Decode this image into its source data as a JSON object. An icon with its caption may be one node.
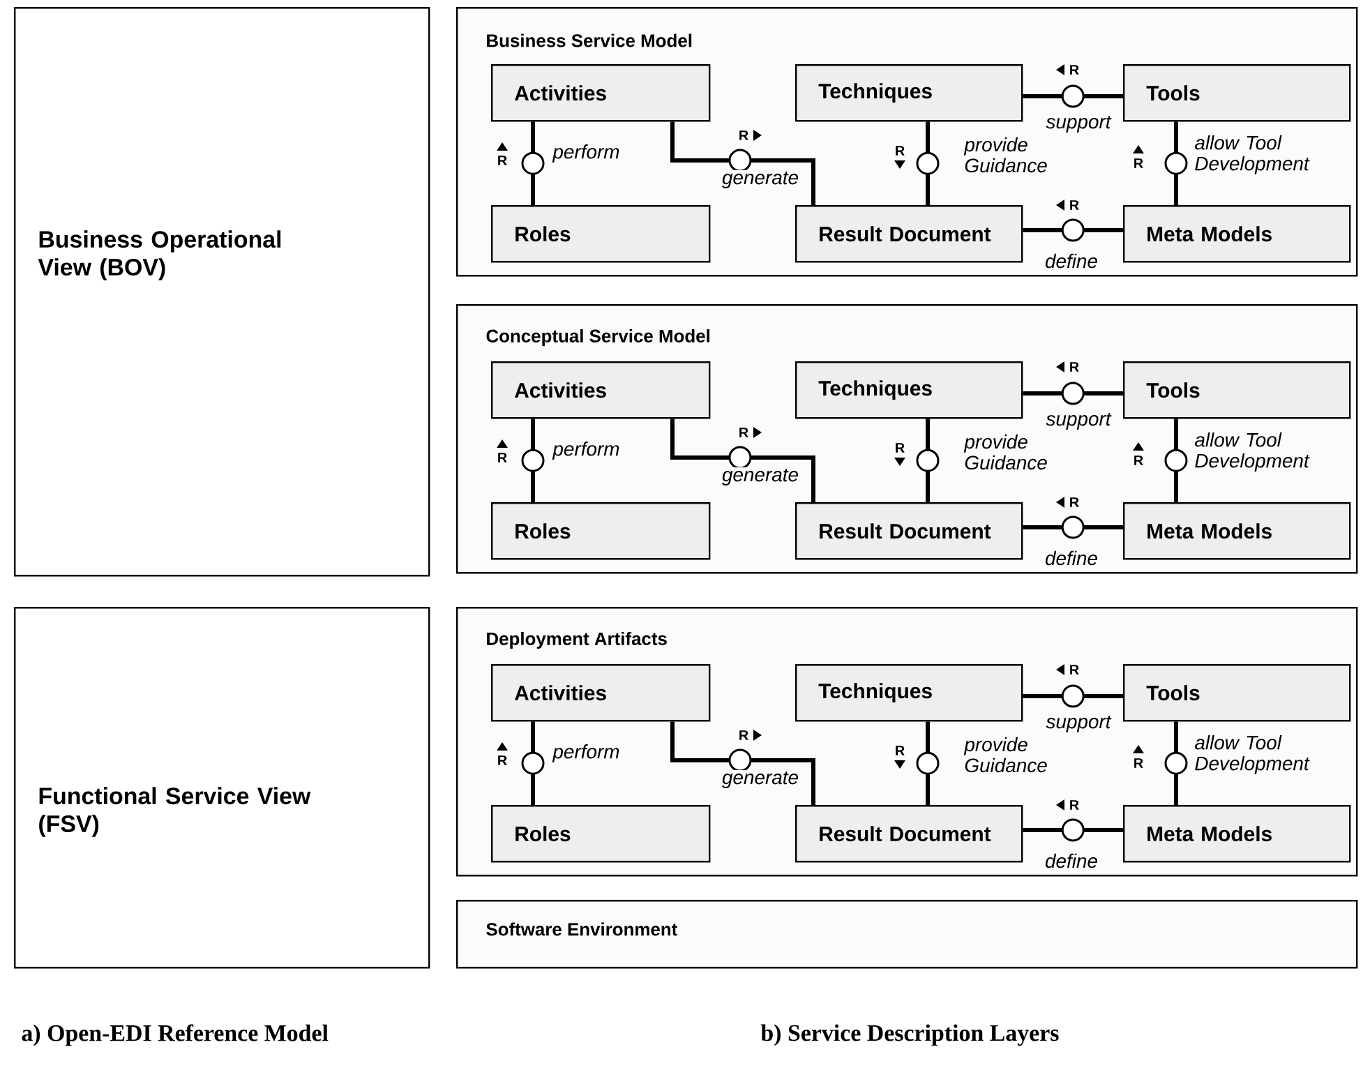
{
  "diagram": {
    "nodes": [
      {
        "text": [
          "Business Operational View (BOV)"
        ]
      },
      {
        "text": [
          "Functional Service View (FSV)"
        ]
      },
      {
        "text": [
          "Business Service Model"
        ]
      },
      {
        "text": [
          "Activities"
        ],
        "in": 2
      },
      {
        "text": [
          "Techniques"
        ],
        "in": 2
      },
      {
        "text": [
          "Tools"
        ],
        "in": 2
      },
      {
        "text": [
          "Roles"
        ],
        "in": 2
      },
      {
        "text": [
          "Result Document"
        ],
        "in": 2
      },
      {
        "text": [
          "Meta Models"
        ],
        "in": 2
      },
      {
        "text": [
          "Conceptual Service Model"
        ]
      },
      {
        "text": [
          "Activities"
        ],
        "in": 9
      },
      {
        "text": [
          "Techniques"
        ],
        "in": 9
      },
      {
        "text": [
          "Tools"
        ],
        "in": 9
      },
      {
        "text": [
          "Roles"
        ],
        "in": 9
      },
      {
        "text": [
          "Result Document"
        ],
        "in": 9
      },
      {
        "text": [
          "Meta Models"
        ],
        "in": 9
      },
      {
        "text": [
          "Deployment Artifacts"
        ]
      },
      {
        "text": [
          "Activities"
        ],
        "in": 16
      },
      {
        "text": [
          "Techniques"
        ],
        "in": 16
      },
      {
        "text": [
          "Tools"
        ],
        "in": 16
      },
      {
        "text": [
          "Roles"
        ],
        "in": 16
      },
      {
        "text": [
          "Result Document"
        ],
        "in": 16
      },
      {
        "text": [
          "Meta Models"
        ],
        "in": 16
      },
      {
        "text": [
          "Software Environment"
        ]
      }
    ],
    "edges": [
      {
        "from": 3,
        "to": 6,
        "arrow": "none",
        "label": "perform"
      },
      {
        "from": 3,
        "to": 7,
        "arrow": "none",
        "label": "generate"
      },
      {
        "from": 4,
        "to": 5,
        "arrow": "none",
        "label": "support"
      },
      {
        "from": 4,
        "to": 7,
        "arrow": "none",
        "label": "provide Guidance"
      },
      {
        "from": 5,
        "to": 8,
        "arrow": "none",
        "label": "allow Tool Development"
      },
      {
        "from": 7,
        "to": 8,
        "arrow": "none",
        "label": "define"
      },
      {
        "from": 10,
        "to": 13,
        "arrow": "none",
        "label": "perform"
      },
      {
        "from": 10,
        "to": 14,
        "arrow": "none",
        "label": "generate"
      },
      {
        "from": 11,
        "to": 12,
        "arrow": "none",
        "label": "support"
      },
      {
        "from": 11,
        "to": 14,
        "arrow": "none",
        "label": "provide Guidance"
      },
      {
        "from": 12,
        "to": 15,
        "arrow": "none",
        "label": "allow Tool Development"
      },
      {
        "from": 14,
        "to": 15,
        "arrow": "none",
        "label": "define"
      },
      {
        "from": 17,
        "to": 20,
        "arrow": "none",
        "label": "perform"
      },
      {
        "from": 17,
        "to": 21,
        "arrow": "none",
        "label": "generate"
      },
      {
        "from": 18,
        "to": 19,
        "arrow": "none",
        "label": "support"
      },
      {
        "from": 18,
        "to": 21,
        "arrow": "none",
        "label": "provide Guidance"
      },
      {
        "from": 19,
        "to": 22,
        "arrow": "none",
        "label": "allow Tool Development"
      },
      {
        "from": 21,
        "to": 22,
        "arrow": "none",
        "label": "define"
      }
    ],
    "labels": [
      "R",
      "R",
      "R",
      "R",
      "R",
      "R",
      "R",
      "R",
      "R",
      "R",
      "R",
      "R",
      "R",
      "R",
      "R",
      "R",
      "R",
      "R",
      "a) Open-EDI Reference Model",
      "b) Service Description Layers"
    ]
  }
}
